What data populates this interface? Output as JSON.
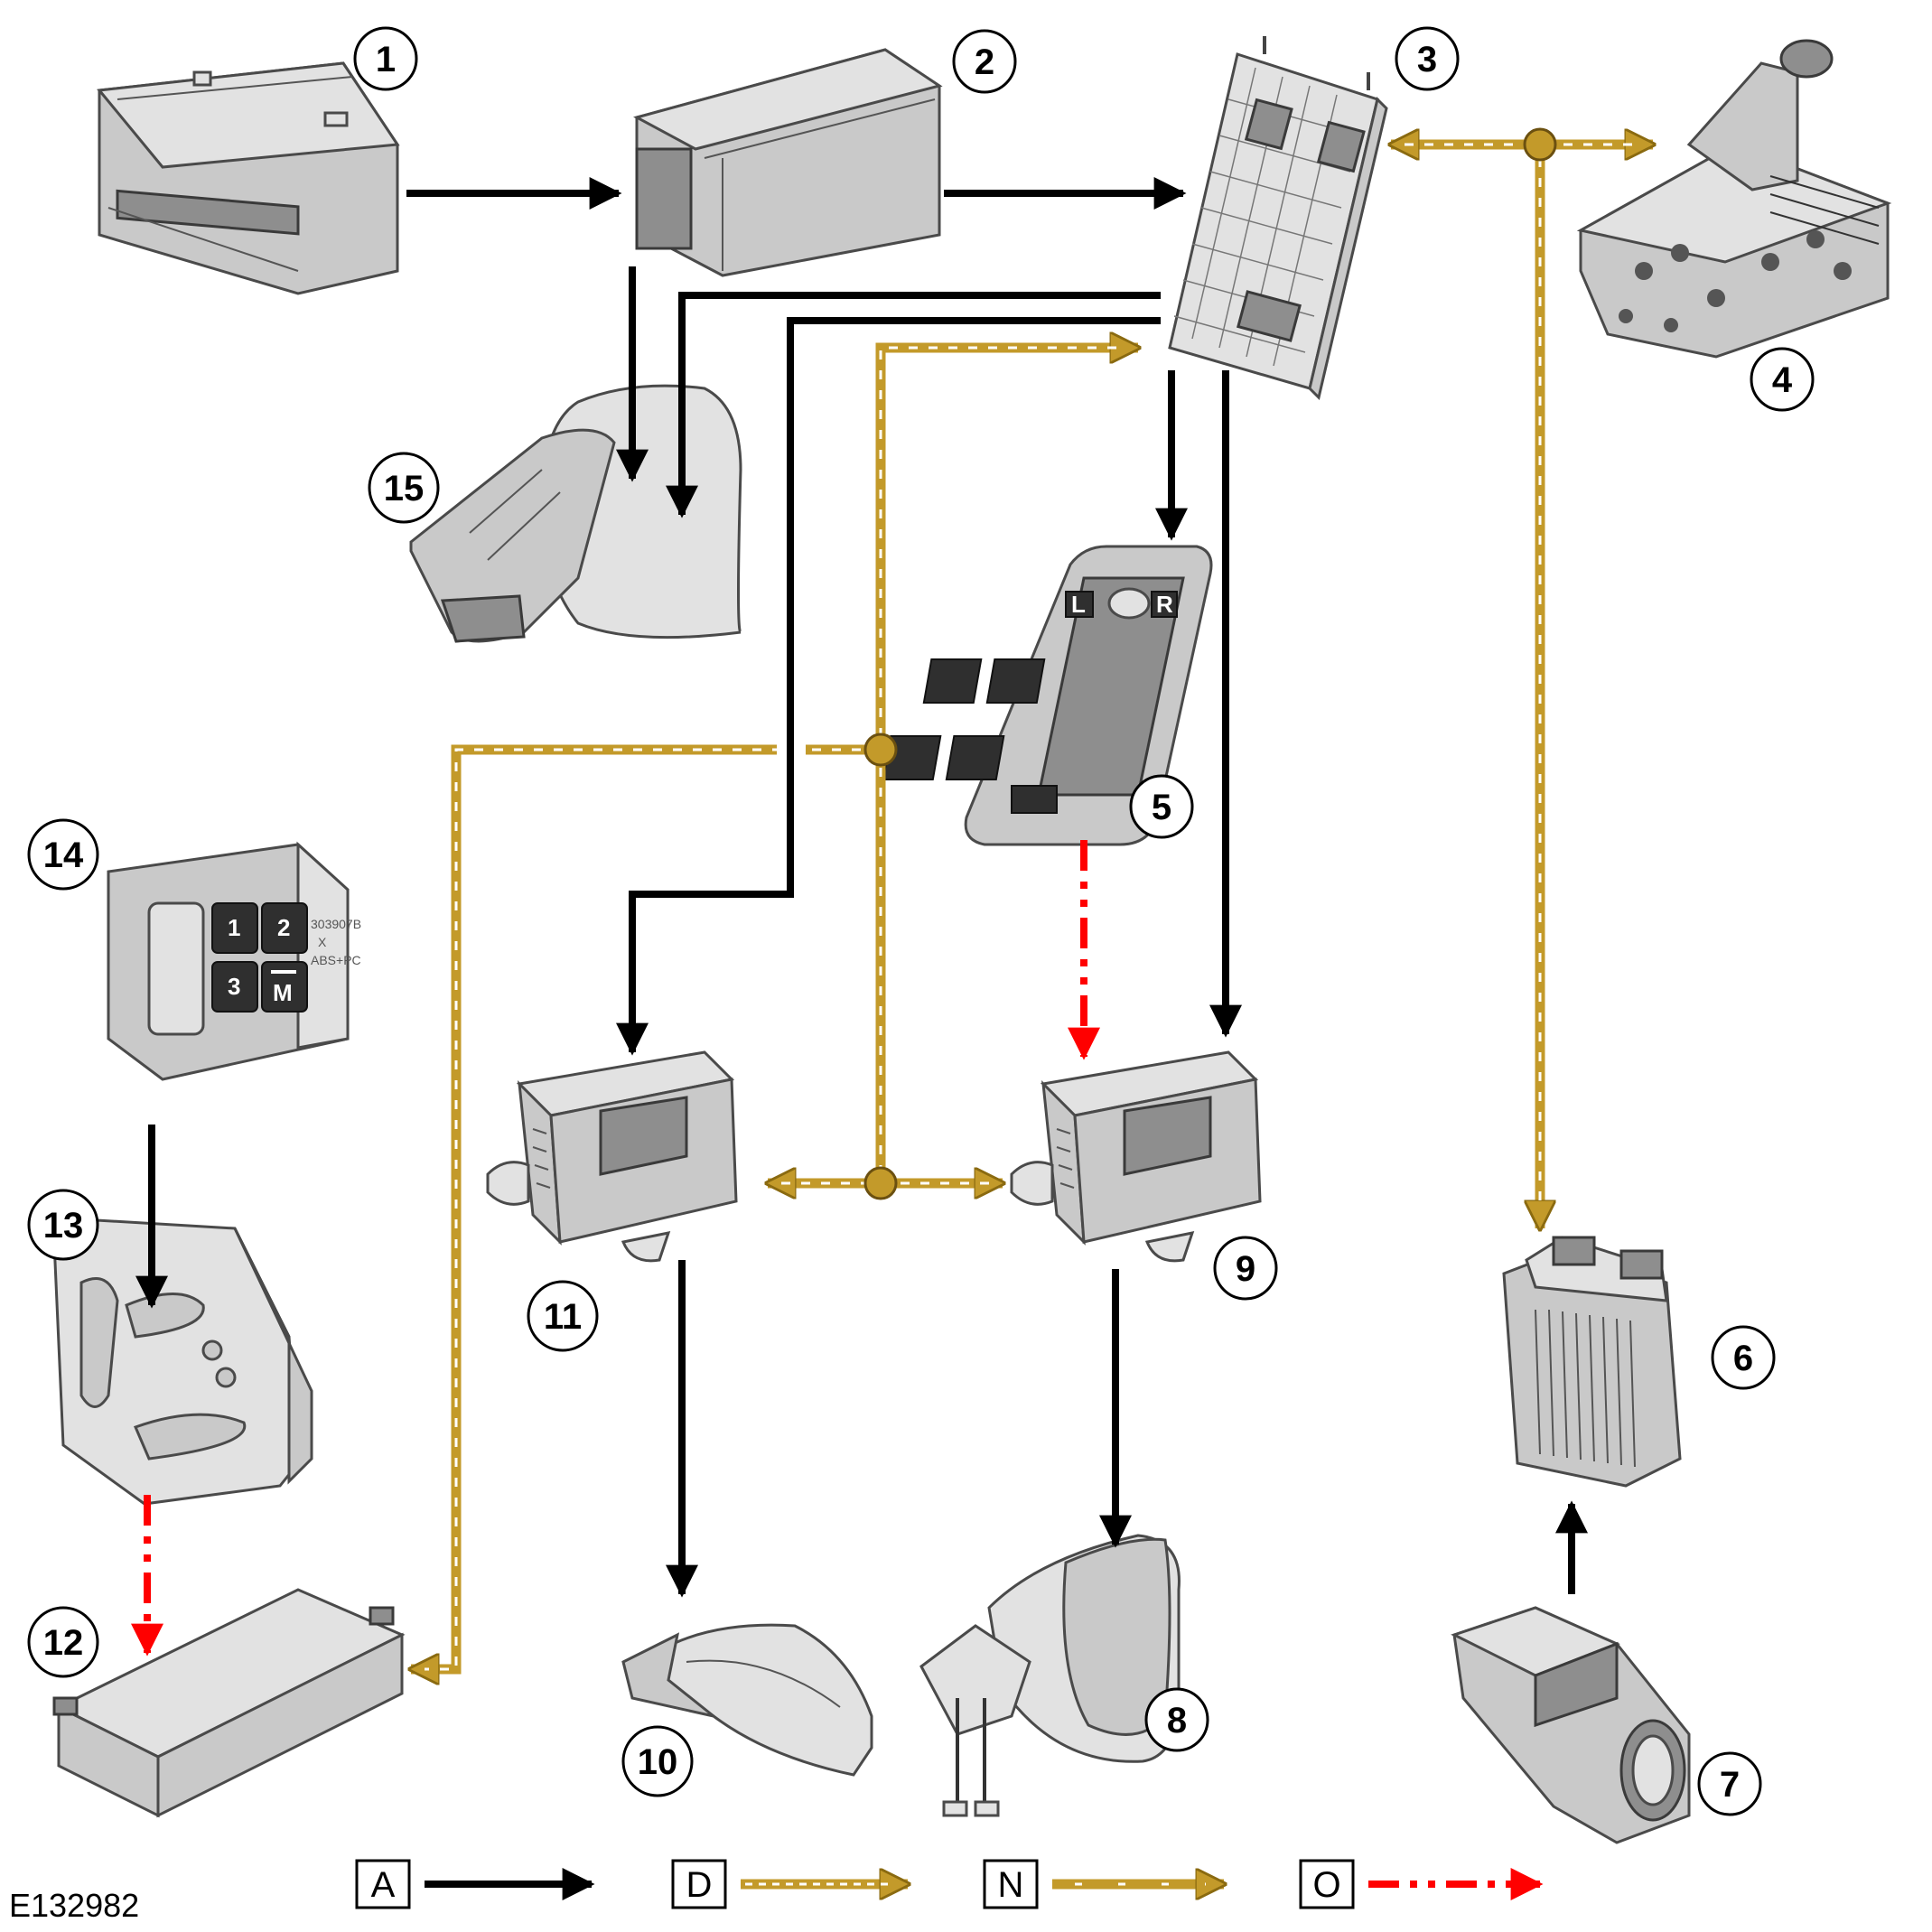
{
  "colors": {
    "hardwired": "#000000",
    "can_bus": "#c39a2a",
    "can_bus_stripe": "#ffffff",
    "lin_red": "#ff0000"
  },
  "components": [
    {
      "number": "1",
      "icon": "battery-icon"
    },
    {
      "number": "2",
      "icon": "fuse-box-icon"
    },
    {
      "number": "3",
      "icon": "body-control-module-icon"
    },
    {
      "number": "4",
      "icon": "transmission-valve-body-icon"
    },
    {
      "number": "5",
      "icon": "window-switch-pack-icon"
    },
    {
      "number": "6",
      "icon": "engine-control-module-icon"
    },
    {
      "number": "7",
      "icon": "connector-icon"
    },
    {
      "number": "8",
      "icon": "mirror-right-icon"
    },
    {
      "number": "9",
      "icon": "door-module-icon"
    },
    {
      "number": "10",
      "icon": "mirror-left-icon"
    },
    {
      "number": "11",
      "icon": "door-module-icon"
    },
    {
      "number": "12",
      "icon": "seat-module-icon"
    },
    {
      "number": "13",
      "icon": "seat-switch-icon"
    },
    {
      "number": "14",
      "icon": "memory-switch-icon"
    },
    {
      "number": "15",
      "icon": "rear-view-mirror-icon"
    }
  ],
  "memory_switch": {
    "buttons": [
      "1",
      "2",
      "3",
      "M"
    ],
    "label_lines": [
      "303907B",
      "X",
      "ABS+PC"
    ]
  },
  "window_switch": {
    "left_label": "L",
    "right_label": "R"
  },
  "legend": [
    {
      "key": "A",
      "style": "solid-black"
    },
    {
      "key": "D",
      "style": "dashed-gold"
    },
    {
      "key": "N",
      "style": "sparse-dashed-gold"
    },
    {
      "key": "O",
      "style": "dash-dot-red"
    }
  ],
  "figure_ref": "E132982"
}
